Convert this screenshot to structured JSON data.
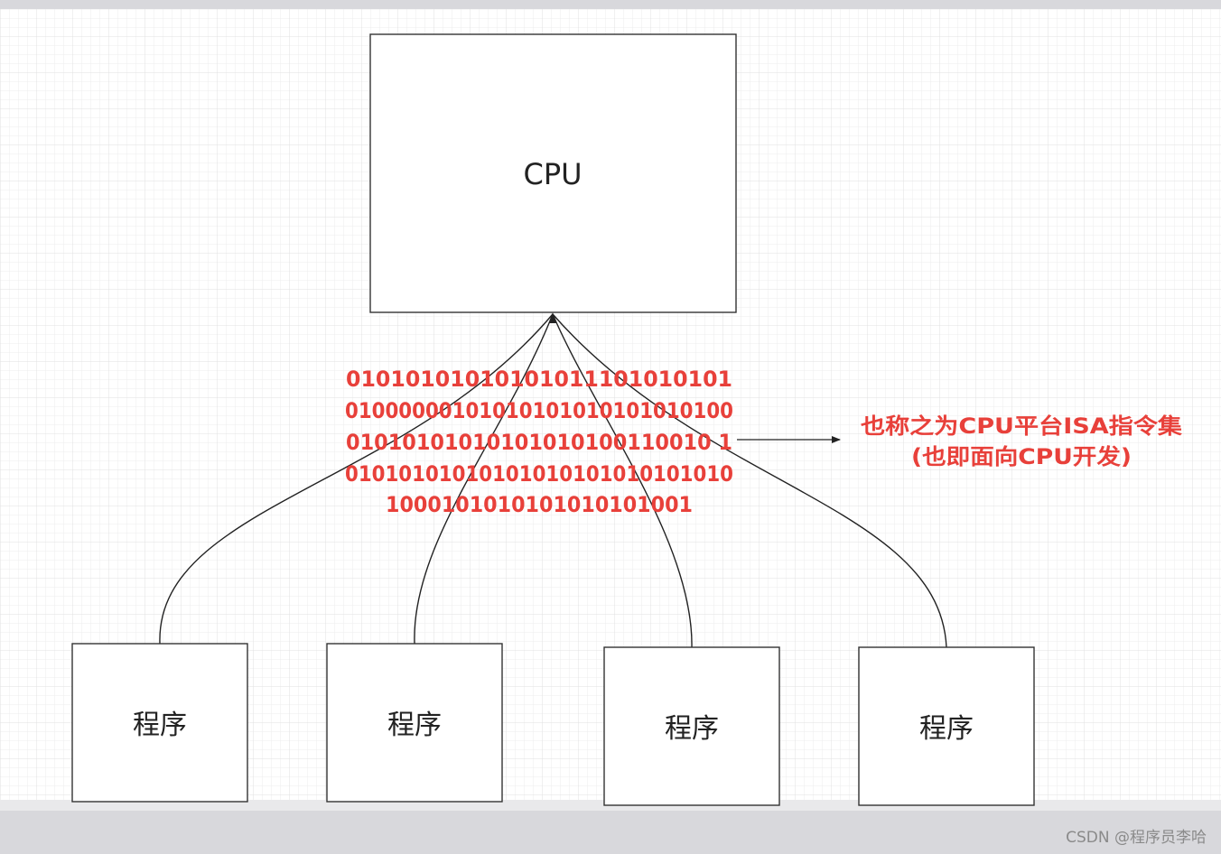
{
  "diagram": {
    "cpu": {
      "label": "CPU"
    },
    "programs": [
      {
        "label": "程序"
      },
      {
        "label": "程序"
      },
      {
        "label": "程序"
      },
      {
        "label": "程序"
      }
    ],
    "binary_lines": [
      "01010101010101011101010101",
      "01000000101010101010101010100",
      "01010101010101010100110010 1",
      "01010101010101010101010101010",
      "1000101010101010101001"
    ],
    "note": {
      "line1": "也称之为CPU平台ISA指令集",
      "line2": "(也即面向CPU开发)"
    },
    "colors": {
      "accent_red": "#e8403a",
      "box_stroke": "#333333",
      "grid": "#e9e9ea"
    }
  },
  "watermark": "CSDN @程序员李哈"
}
